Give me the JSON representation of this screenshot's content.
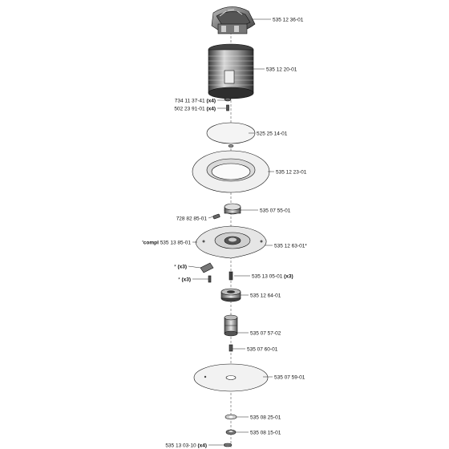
{
  "labels": {
    "p1": {
      "text": "535 12 36-01"
    },
    "p2": {
      "text": "535 12 20-01"
    },
    "p3": {
      "text": "734 11 37-41",
      "qty": "(x4)"
    },
    "p4": {
      "text": "502 23 91-01",
      "qty": "(x4)"
    },
    "p5": {
      "text": "525 25 14-01"
    },
    "p6": {
      "text": "535 12 23-01"
    },
    "p7": {
      "text": "535 07 55-01"
    },
    "p8": {
      "text": "728 82 85-01"
    },
    "p9": {
      "pre": "'compl",
      "text": "535 13 85-01"
    },
    "p10": {
      "text": "535 12 63-01*"
    },
    "p11": {
      "text": "*",
      "qty": "(x3)"
    },
    "p12": {
      "text": "*",
      "qty": "(x3)"
    },
    "p13": {
      "text": "535 13 05-01",
      "qty": "(x3)"
    },
    "p14": {
      "text": "535 12 64-01"
    },
    "p15": {
      "text": "535 07 57-02"
    },
    "p16": {
      "text": "535 07 60-01"
    },
    "p17": {
      "text": "535 07 59-01"
    },
    "p18": {
      "text": "535 08 25-01"
    },
    "p19": {
      "text": "535 08 15-01"
    },
    "p20": {
      "text": "535 13 03-10",
      "qty": "(x4)"
    }
  },
  "colors": {
    "line": "#222222",
    "part": "#111111",
    "fill": "#f2f2f2",
    "shade": "#8a8a8a"
  }
}
